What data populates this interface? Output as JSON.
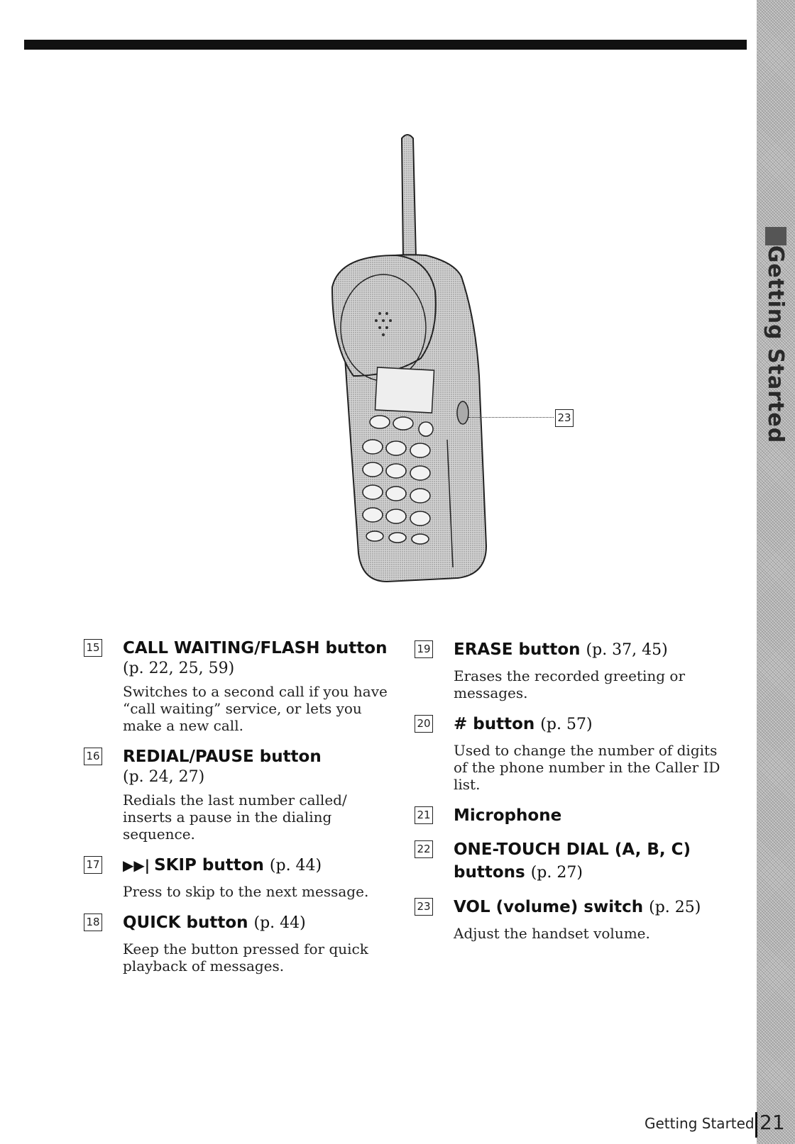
{
  "callout": {
    "num": "23"
  },
  "left_items": [
    {
      "num": "15",
      "title": "CALL WAITING/FLASH button",
      "pages": "(p. 22, 25, 59)",
      "desc": "Switches to a second call if you have “call waiting” service, or lets you make a new call."
    },
    {
      "num": "16",
      "title": "REDIAL/PAUSE button",
      "pages": "(p. 24, 27)",
      "desc": "Redials the last number called/ inserts a pause in the dialing sequence."
    },
    {
      "num": "17",
      "title": "SKIP button",
      "pages": "(p. 44)",
      "desc": "Press to skip to the next message."
    },
    {
      "num": "18",
      "title": "QUICK button",
      "pages": "(p. 44)",
      "desc": "Keep the button pressed for quick playback of messages."
    }
  ],
  "right_items": [
    {
      "num": "19",
      "title": "ERASE button",
      "pages": "(p. 37, 45)",
      "desc": "Erases the recorded greeting or messages."
    },
    {
      "num": "20",
      "title": "# button",
      "pages": "(p. 57)",
      "desc": "Used to change the number of digits of the phone number in the Caller ID list."
    },
    {
      "num": "21",
      "title": "Microphone",
      "pages": "",
      "desc": ""
    },
    {
      "num": "22",
      "title": "ONE-TOUCH DIAL (A, B, C) buttons",
      "pages": "(p. 27)",
      "desc": ""
    },
    {
      "num": "23",
      "title": "VOL (volume) switch",
      "pages": "(p. 25)",
      "desc": "Adjust the handset volume."
    }
  ],
  "side_tab": "Getting Started",
  "footer": {
    "section": "Getting Started",
    "page": "21"
  }
}
